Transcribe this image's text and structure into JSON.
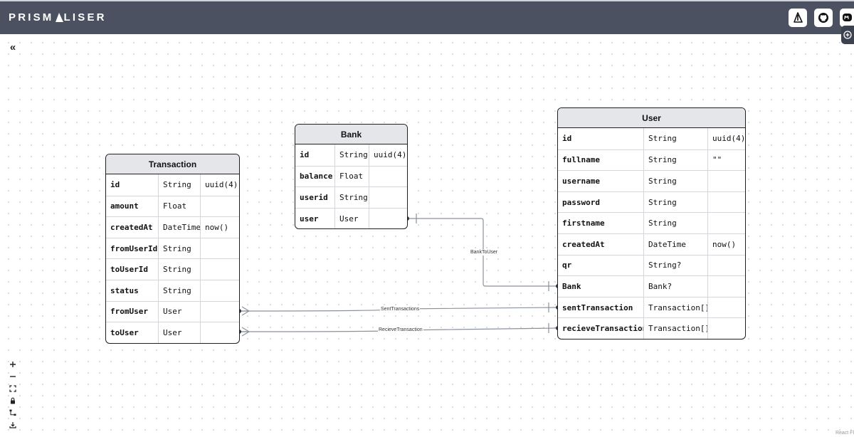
{
  "app": {
    "logo_text": "PRISMALISER",
    "attribution": "React Fl",
    "header_icons": [
      "prisma-icon",
      "github-icon",
      "mastodon-icon"
    ],
    "colors": {
      "header_bg": "#4b5160",
      "table_header_bg": "#e4e6ea",
      "edge": "#8b919d"
    }
  },
  "tables": [
    {
      "name": "Transaction",
      "rows": [
        [
          "id",
          "String",
          "uuid(4)"
        ],
        [
          "amount",
          "Float",
          ""
        ],
        [
          "createdAt",
          "DateTime",
          "now()"
        ],
        [
          "fromUserId",
          "String",
          ""
        ],
        [
          "toUserId",
          "String",
          ""
        ],
        [
          "status",
          "String",
          ""
        ],
        [
          "fromUser",
          "User",
          ""
        ],
        [
          "toUser",
          "User",
          ""
        ]
      ]
    },
    {
      "name": "Bank",
      "rows": [
        [
          "id",
          "String",
          "uuid(4)"
        ],
        [
          "balance",
          "Float",
          ""
        ],
        [
          "userid",
          "String",
          ""
        ],
        [
          "user",
          "User",
          ""
        ]
      ]
    },
    {
      "name": "User",
      "rows": [
        [
          "id",
          "String",
          "uuid(4)"
        ],
        [
          "fullname",
          "String",
          "\"\""
        ],
        [
          "username",
          "String",
          ""
        ],
        [
          "password",
          "String",
          ""
        ],
        [
          "firstname",
          "String",
          ""
        ],
        [
          "createdAt",
          "DateTime",
          "now()"
        ],
        [
          "qr",
          "String?",
          ""
        ],
        [
          "Bank",
          "Bank?",
          ""
        ],
        [
          "sentTransaction",
          "Transaction[]",
          ""
        ],
        [
          "recieveTransaction",
          "Transaction[]",
          ""
        ]
      ]
    }
  ],
  "relations": [
    {
      "name": "BankToUser",
      "from": "Bank.user",
      "to": "User.Bank"
    },
    {
      "name": "SentTransactions",
      "from": "Transaction.fromUser",
      "to": "User.sentTransaction"
    },
    {
      "name": "RecieveTransaction",
      "from": "Transaction.toUser",
      "to": "User.recieveTransaction"
    }
  ],
  "controls": [
    "zoom-in",
    "zoom-out",
    "fit-view",
    "lock",
    "auto-layout",
    "download"
  ]
}
